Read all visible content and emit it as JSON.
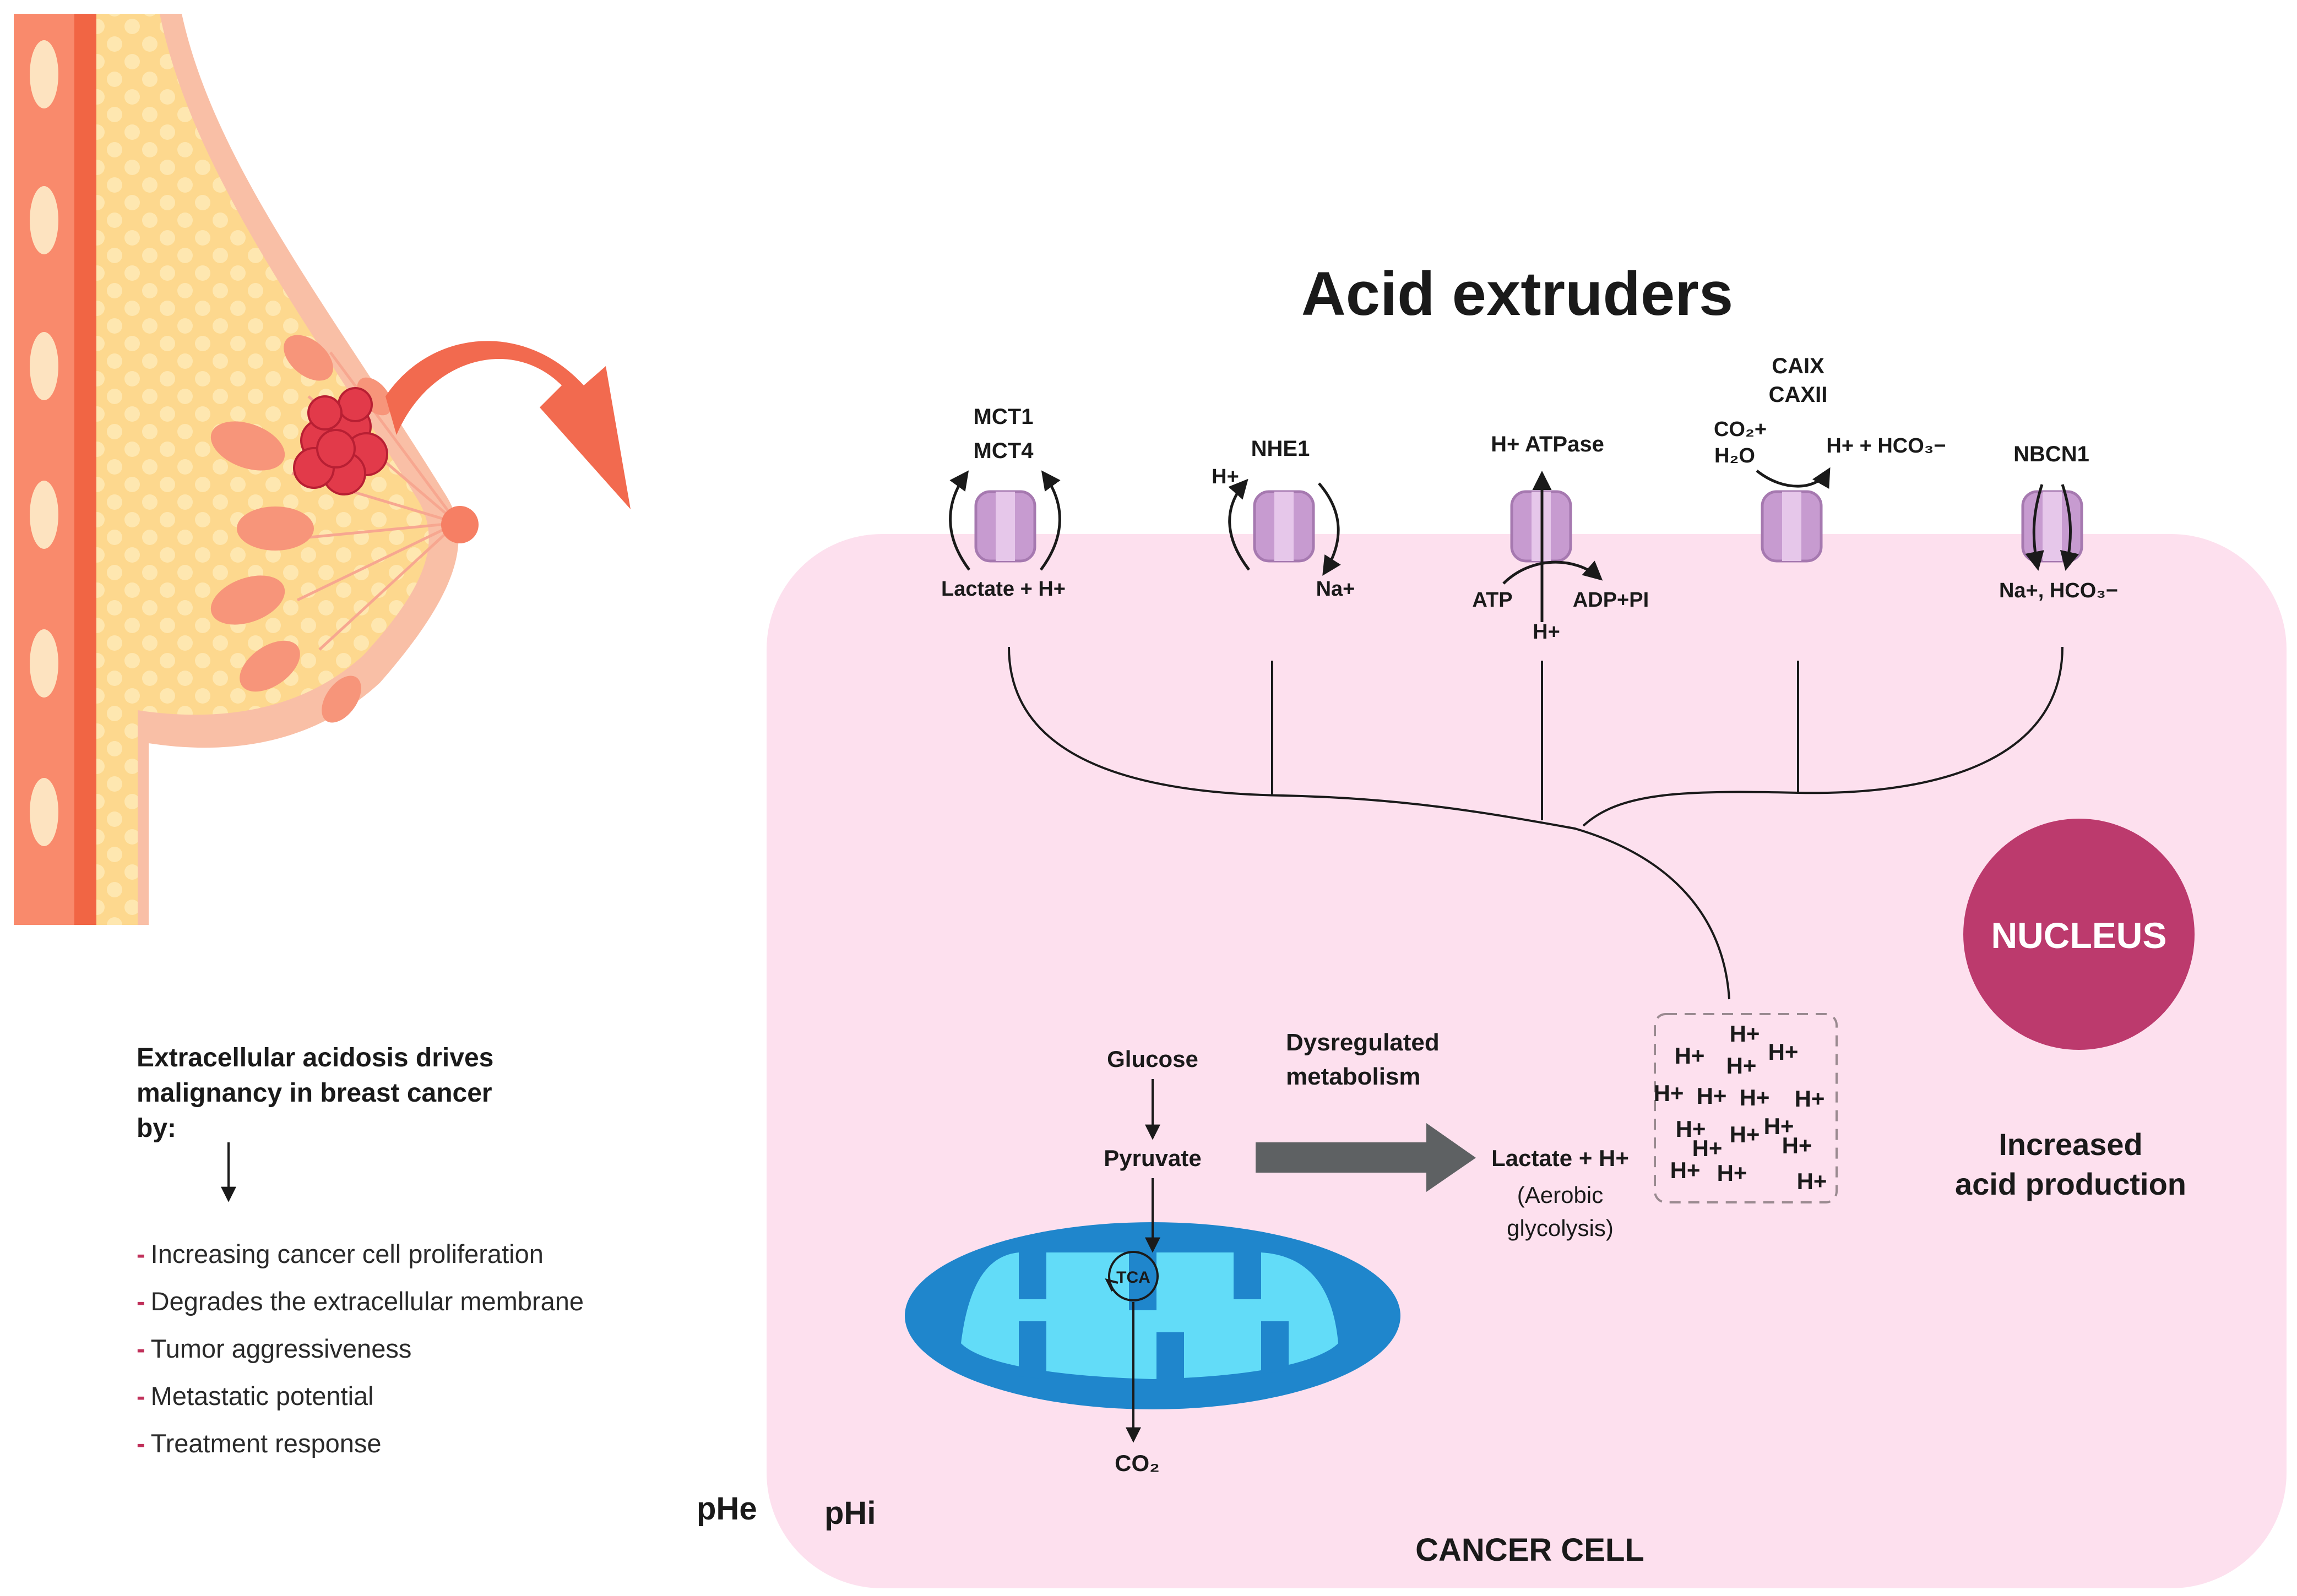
{
  "title": "Acid extruders",
  "left_panel": {
    "intro_lines": [
      "Extracellular acidosis drives",
      "malignancy in breast cancer",
      "by:"
    ],
    "bullets": [
      "Increasing cancer cell proliferation",
      "Degrades the extracellular membrane",
      "Tumor aggressiveness",
      "Metastatic potential",
      "Treatment response"
    ]
  },
  "transporters": {
    "mct": {
      "name_line1": "MCT1",
      "name_line2": "MCT4",
      "inner_label": "Lactate + H+"
    },
    "nhe": {
      "name": "NHE1",
      "out_label": "H+",
      "in_label": "Na+"
    },
    "atpase": {
      "name": "H+ ATPase",
      "atp": "ATP",
      "adp": "ADP+PI",
      "in_label": "H+"
    },
    "ca": {
      "name_line1": "CAIX",
      "name_line2": "CAXII",
      "substrate_line1": "CO₂+",
      "substrate_line2": "H₂O",
      "product": "H+ + HCO₃−"
    },
    "nbc": {
      "name": "NBCN1",
      "in_label": "Na+, HCO₃−"
    }
  },
  "metabolism": {
    "glucose": "Glucose",
    "pyruvate": "Pyruvate",
    "tca": "TCA",
    "co2": "CO₂",
    "dysregulated_line1": "Dysregulated",
    "dysregulated_line2": "metabolism",
    "lactate": "Lactate + H+",
    "aerobic_line1": "(Aerobic",
    "aerobic_line2": "glycolysis)"
  },
  "protons": {
    "label": "H+",
    "count": 16
  },
  "nucleus": "NUCLEUS",
  "increased_line1": "Increased",
  "increased_line2": "acid production",
  "phe": "pHe",
  "phi": "pHi",
  "cancer_cell": "CANCER CELL",
  "colors": {
    "cell_fill": "#fde0ee",
    "nucleus": "#bc3a6d",
    "mito_outer": "#1f86cc",
    "mito_inner": "#62dcf8",
    "channel": "#c79bd0",
    "arrow_grey": "#5e6163",
    "breast_skin": "#f9b9a0",
    "breast_tissue": "#fdd78a",
    "tumor": "#e23a4a",
    "curve_arrow": "#f26a4f"
  }
}
